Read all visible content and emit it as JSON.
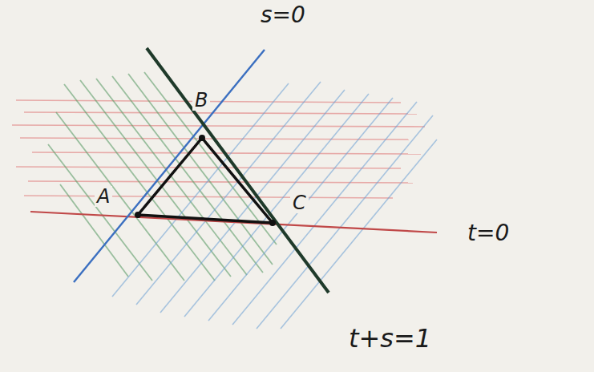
{
  "diagram": {
    "labels": [
      "s=0",
      "t=0",
      "t+s=1",
      "A",
      "B",
      "C"
    ]
  }
}
